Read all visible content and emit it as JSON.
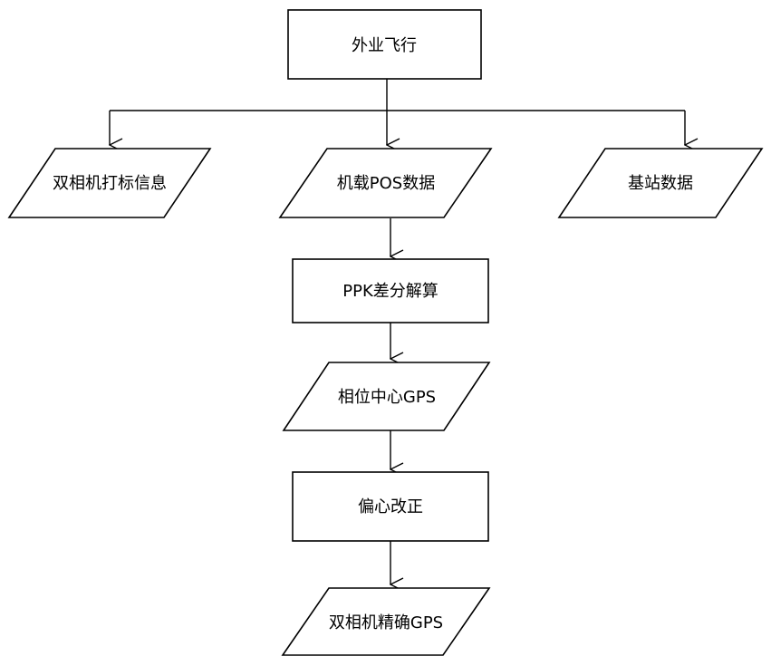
{
  "nodes": {
    "field_flight": "外业飞行",
    "dual_camera_marks": "双相机打标信息",
    "airborne_pos": "机载POS数据",
    "base_station": "基站数据",
    "ppk_solve": "PPK差分解算",
    "phase_center_gps": "相位中心GPS",
    "offset_correction": "偏心改正",
    "dual_camera_precise_gps": "双相机精确GPS"
  },
  "edges": [
    {
      "from": "field_flight",
      "to": "dual_camera_marks"
    },
    {
      "from": "field_flight",
      "to": "airborne_pos"
    },
    {
      "from": "field_flight",
      "to": "base_station"
    },
    {
      "from": "airborne_pos",
      "to": "ppk_solve"
    },
    {
      "from": "ppk_solve",
      "to": "phase_center_gps"
    },
    {
      "from": "phase_center_gps",
      "to": "offset_correction"
    },
    {
      "from": "offset_correction",
      "to": "dual_camera_precise_gps"
    }
  ]
}
